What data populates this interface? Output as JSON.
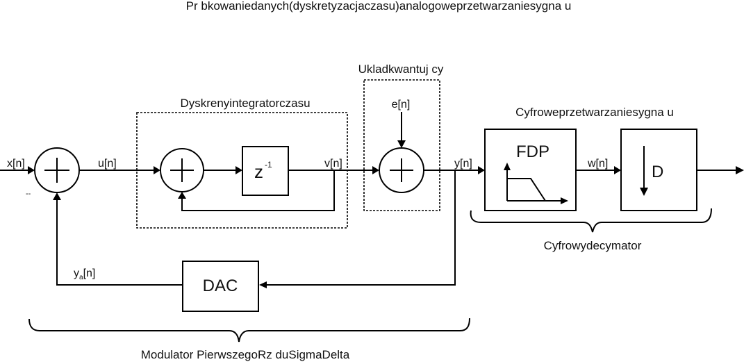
{
  "title": "Pr  bkowaniedanych(dyskretyzacjaczasu)analogoweprzetwarzaniesygna u",
  "groups": {
    "integrator": "Dyskrenyintegratorczasu",
    "quantizer": "Ukladkwantuj  cy",
    "digital_processing": "Cyfroweprzetwarzaniesygna u",
    "decimator": "Cyfrowydecymator",
    "modulator": "Modulator PierwszegoRz  duSigmaDelta"
  },
  "signals": {
    "x": "x[n]",
    "u": "u[n]",
    "v": "v[n]",
    "e": "e[n]",
    "y": "y[n]",
    "w": "w[n]",
    "ya_base": "y",
    "ya_sub": "a",
    "ya_tail": "[n]",
    "minus": "--"
  },
  "blocks": {
    "delay_base": "z",
    "delay_exp": "-1",
    "filter": "FDP",
    "downsampler": "D",
    "dac": "DAC"
  }
}
